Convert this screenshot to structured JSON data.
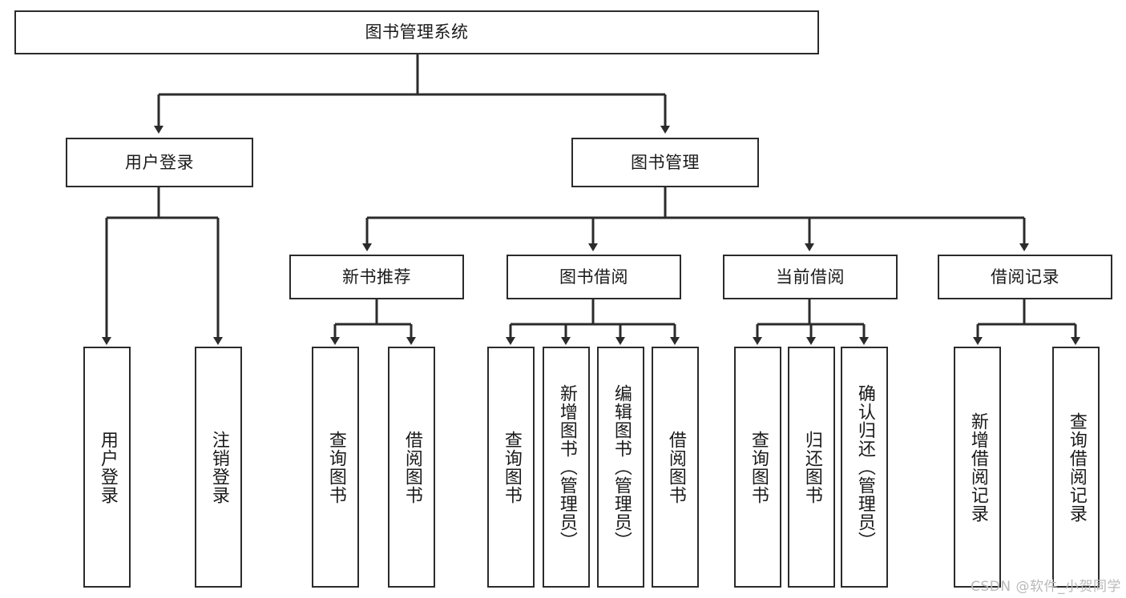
{
  "diagram": {
    "title": "图书管理系统",
    "watermark": "CSDN @软件_小贺同学",
    "line_color": "#2b2b2b",
    "box_fill": "#ffffff",
    "text_color": "#1a1a1a",
    "watermark_color": "#b9b9b9",
    "levels": {
      "root": "图书管理系统",
      "level2": [
        "用户登录",
        "图书管理"
      ],
      "level3": [
        "新书推荐",
        "图书借阅",
        "当前借阅",
        "借阅记录"
      ]
    },
    "nodes": {
      "root": {
        "label": "图书管理系统"
      },
      "user_login": {
        "label": "用户登录"
      },
      "book_manage": {
        "label": "图书管理"
      },
      "new_book_rec": {
        "label": "新书推荐"
      },
      "book_borrow": {
        "label": "图书借阅"
      },
      "current_borrow": {
        "label": "当前借阅"
      },
      "borrow_record": {
        "label": "借阅记录"
      },
      "leaf_user_login": {
        "label": "用户登录"
      },
      "leaf_logout_login": {
        "label": "注销登录"
      },
      "leaf_query_book_1": {
        "label": "查询图书"
      },
      "leaf_borrow_book_1": {
        "label": "借阅图书"
      },
      "leaf_query_book_2": {
        "label": "查询图书"
      },
      "leaf_add_book_admin": {
        "label": "新增图书（管理员）"
      },
      "leaf_edit_book_admin": {
        "label": "编辑图书（管理员）"
      },
      "leaf_borrow_book_2": {
        "label": "借阅图书"
      },
      "leaf_query_book_3": {
        "label": "查询图书"
      },
      "leaf_return_book": {
        "label": "归还图书"
      },
      "leaf_confirm_return_admin": {
        "label": "确认归还（管理员）"
      },
      "leaf_add_borrow_record": {
        "label": "新增借阅记录"
      },
      "leaf_query_borrow_record": {
        "label": "查询借阅记录"
      }
    }
  }
}
